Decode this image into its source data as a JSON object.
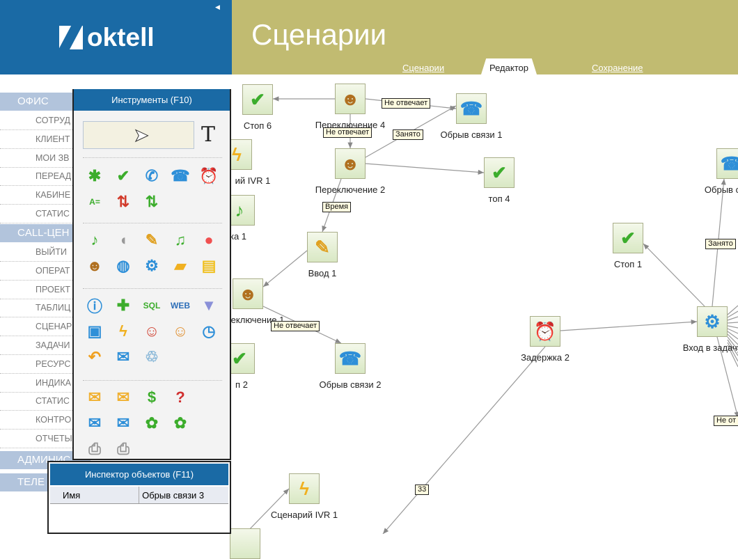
{
  "header": {
    "logo_text": "oktell",
    "collapse_icon": "triangle-left-icon",
    "title": "Сценарии",
    "tabs": [
      {
        "label": "Сценарии"
      },
      {
        "label": "Редактор",
        "active": true
      },
      {
        "label": "Сохранение"
      }
    ]
  },
  "sidebar": {
    "sections": [
      {
        "label": "ОФИС",
        "items": [
          "СОТРУД",
          "КЛИЕНТ",
          "МОИ ЗВ",
          "ПЕРЕАД",
          "КАБИНЕ",
          "СТАТИС"
        ]
      },
      {
        "label": "CALL-ЦЕН",
        "items": [
          "ВЫЙТИ",
          "ОПЕРАТ",
          "ПРОЕКТ",
          "ТАБЛИЦ",
          "СЦЕНАР",
          "ЗАДАЧИ",
          "РЕСУРС",
          "ИНДИКА",
          "СТАТИС",
          "КОНТРО",
          "ОТЧЕТЫ"
        ]
      },
      {
        "label": "АДМИНИС",
        "items": []
      },
      {
        "label": "ТЕЛЕ",
        "items": []
      }
    ]
  },
  "tools_panel": {
    "title": "Инструменты (F10)",
    "pointer_icon": "cursor-icon",
    "text_tool": "T",
    "groups": [
      [
        {
          "name": "start-icon",
          "glyph": "✱",
          "color": "#3cad2c"
        },
        {
          "name": "check-icon",
          "glyph": "✔",
          "color": "#3cad2c"
        },
        {
          "name": "phone-icon",
          "glyph": "✆",
          "color": "#2e8fd8"
        },
        {
          "name": "hangup-icon",
          "glyph": "☎",
          "color": "#2e8fd8"
        },
        {
          "name": "alarm-icon",
          "glyph": "⏰",
          "color": "#2e8fd8"
        },
        {
          "name": "assign-icon",
          "glyph": "A=",
          "color": "#3cad2c"
        },
        {
          "name": "switch-arrows-red-icon",
          "glyph": "⇅",
          "color": "#d23a2a"
        },
        {
          "name": "switch-arrows-green-icon",
          "glyph": "⇅",
          "color": "#3cad2c"
        }
      ],
      [
        {
          "name": "music-icon",
          "glyph": "♪",
          "color": "#3cad2c"
        },
        {
          "name": "speaker-icon",
          "glyph": "◖",
          "color": "#999"
        },
        {
          "name": "pencil-icon",
          "glyph": "✎",
          "color": "#e0a020"
        },
        {
          "name": "music-pencil-icon",
          "glyph": "♫",
          "color": "#3cad2c"
        },
        {
          "name": "record-icon",
          "glyph": "●",
          "color": "#f05050"
        },
        {
          "name": "operator-icon",
          "glyph": "☻",
          "color": "#b07020"
        },
        {
          "name": "globe-icon",
          "glyph": "◍",
          "color": "#2e8fd8"
        },
        {
          "name": "gear-icon",
          "glyph": "⚙",
          "color": "#2e8fd8"
        },
        {
          "name": "folder-gear-icon",
          "glyph": "▰",
          "color": "#f0b020"
        },
        {
          "name": "scroll-icon",
          "glyph": "▤",
          "color": "#f0c020"
        }
      ],
      [
        {
          "name": "info-icon",
          "glyph": "ⓘ",
          "color": "#2e8fd8"
        },
        {
          "name": "add-icon",
          "glyph": "✚",
          "color": "#3cad2c"
        },
        {
          "name": "sql-icon",
          "glyph": "SQL",
          "color": "#3cad2c"
        },
        {
          "name": "web-icon",
          "glyph": "WEB",
          "color": "#2e6fb8"
        },
        {
          "name": "filter-icon",
          "glyph": "▼",
          "color": "#8a90d8"
        },
        {
          "name": "window-script-icon",
          "glyph": "▣",
          "color": "#2e8fd8"
        },
        {
          "name": "lightning-icon",
          "glyph": "ϟ",
          "color": "#f0b020"
        },
        {
          "name": "user-search-icon",
          "glyph": "☺",
          "color": "#d04030"
        },
        {
          "name": "users-icon",
          "glyph": "☺",
          "color": "#e09030"
        },
        {
          "name": "phone-clock-icon",
          "glyph": "◷",
          "color": "#2e8fd8"
        },
        {
          "name": "undo-icon",
          "glyph": "↶",
          "color": "#f0a020"
        },
        {
          "name": "mail-record-icon",
          "glyph": "✉",
          "color": "#2e8fd8"
        },
        {
          "name": "trash-icon",
          "glyph": "♲",
          "color": "#8ab8d8"
        }
      ],
      [
        {
          "name": "mail-edit-icon",
          "glyph": "✉",
          "color": "#f0b030"
        },
        {
          "name": "mail-send-icon",
          "glyph": "✉",
          "color": "#f0b030"
        },
        {
          "name": "mail-dollar-icon",
          "glyph": "$",
          "color": "#3cad2c"
        },
        {
          "name": "mail-question-icon",
          "glyph": "?",
          "color": "#d03030"
        },
        {
          "name": "mail-blue-edit-icon",
          "glyph": "✉",
          "color": "#2e8fd8"
        },
        {
          "name": "mail-blue-send-icon",
          "glyph": "✉",
          "color": "#2e8fd8"
        },
        {
          "name": "icq-edit-icon",
          "glyph": "✿",
          "color": "#3cad2c"
        },
        {
          "name": "icq-send-icon",
          "glyph": "✿",
          "color": "#3cad2c"
        },
        {
          "name": "fax-edit-icon",
          "glyph": "⎙",
          "color": "#999"
        },
        {
          "name": "fax-send-icon",
          "glyph": "⎙",
          "color": "#999"
        }
      ]
    ]
  },
  "inspector": {
    "title": "Инспектор объектов (F11)",
    "rows": [
      {
        "key": "Имя",
        "value": "Обрыв связи 3"
      }
    ]
  },
  "graph": {
    "nodes": [
      {
        "id": "stop6",
        "label": "Стоп 6",
        "icon": "check-icon"
      },
      {
        "id": "sw4",
        "label": "Переключение 4",
        "icon": "operator-icon"
      },
      {
        "id": "hang1",
        "label": "Обрыв связи 1",
        "icon": "hangup-icon"
      },
      {
        "id": "ivr_top",
        "label": "ий IVR 1",
        "icon": "lightning-icon"
      },
      {
        "id": "sw2",
        "label": "Переключение 2",
        "icon": "operator-icon"
      },
      {
        "id": "stop4",
        "label": "топ 4",
        "icon": "check-icon"
      },
      {
        "id": "ka1",
        "label": "ка 1",
        "icon": "music-icon"
      },
      {
        "id": "input1",
        "label": "Ввод 1",
        "icon": "pencil-icon"
      },
      {
        "id": "sw1",
        "label": "еключение 1",
        "icon": "operator-icon"
      },
      {
        "id": "p2",
        "label": "п 2",
        "icon": "check-icon"
      },
      {
        "id": "hang2",
        "label": "Обрыв связи 2",
        "icon": "hangup-icon"
      },
      {
        "id": "delay2",
        "label": "Задержка 2",
        "icon": "alarm-icon"
      },
      {
        "id": "stop1",
        "label": "Стоп 1",
        "icon": "check-icon"
      },
      {
        "id": "task",
        "label": "Вход в задачу",
        "icon": "gear-icon"
      },
      {
        "id": "hang_r",
        "label": "Обрыв связи",
        "icon": "hangup-icon"
      },
      {
        "id": "ivr1",
        "label": "Сценарий IVR 1",
        "icon": "lightning-icon"
      }
    ],
    "edge_labels": [
      "Не отвечает",
      "Не отвечает",
      "Занято",
      "Время",
      "Не отвечает",
      "Занято",
      "Не от",
      "33"
    ]
  }
}
